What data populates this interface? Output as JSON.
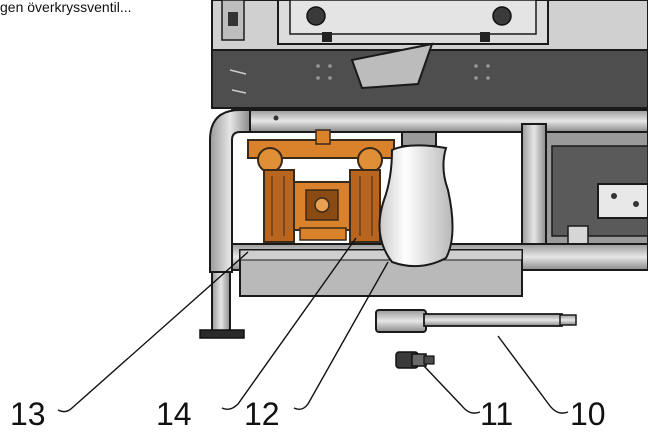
{
  "caption": "gen överkryssventil...",
  "callouts": [
    {
      "id": "13",
      "label": "13"
    },
    {
      "id": "14",
      "label": "14"
    },
    {
      "id": "12",
      "label": "12"
    },
    {
      "id": "11",
      "label": "11"
    },
    {
      "id": "10",
      "label": "10"
    }
  ],
  "colors": {
    "frame_gray": "#c8c8c8",
    "frame_dark": "#4a4a4a",
    "pump_orange": "#d9822b",
    "pump_dark": "#3a2a1a",
    "tray_gray": "#b9b9b9",
    "bag_white": "#f2f2f2",
    "outline": "#1a1a1a"
  },
  "icons": [
    "machine-frame",
    "diaphragm-pump",
    "filter-bag",
    "drain-tray",
    "pipe-rod",
    "valve-fitting"
  ]
}
